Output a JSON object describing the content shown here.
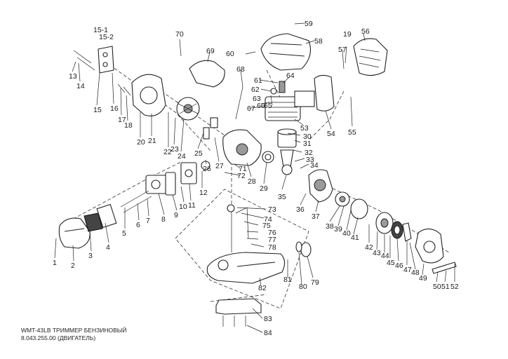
{
  "caption": {
    "line1": "WMT-43LB ТРИММЕР БЕНЗИНОВЫЙ",
    "line2": "8.043.255.00 (ДВИГАТЕЛЬ)"
  },
  "part_labels": [
    "1",
    "2",
    "3",
    "4",
    "5",
    "6",
    "7",
    "8",
    "9",
    "10",
    "11",
    "12",
    "13",
    "14",
    "15",
    "15-1",
    "15-2",
    "16",
    "17",
    "18",
    "19",
    "20",
    "21",
    "22",
    "23",
    "24",
    "25",
    "26",
    "27",
    "28",
    "29",
    "30",
    "31",
    "32",
    "33",
    "34",
    "35",
    "36",
    "37",
    "38",
    "39",
    "40",
    "41",
    "42",
    "43",
    "44",
    "45",
    "46",
    "47",
    "48",
    "49",
    "50",
    "51",
    "52",
    "53",
    "54",
    "55",
    "56",
    "57",
    "58",
    "59",
    "60",
    "61",
    "62",
    "63",
    "64",
    "65",
    "66",
    "67",
    "68",
    "69",
    "70",
    "71",
    "72",
    "73",
    "74",
    "75",
    "76",
    "77",
    "78",
    "79",
    "80",
    "81",
    "82",
    "83",
    "84"
  ]
}
